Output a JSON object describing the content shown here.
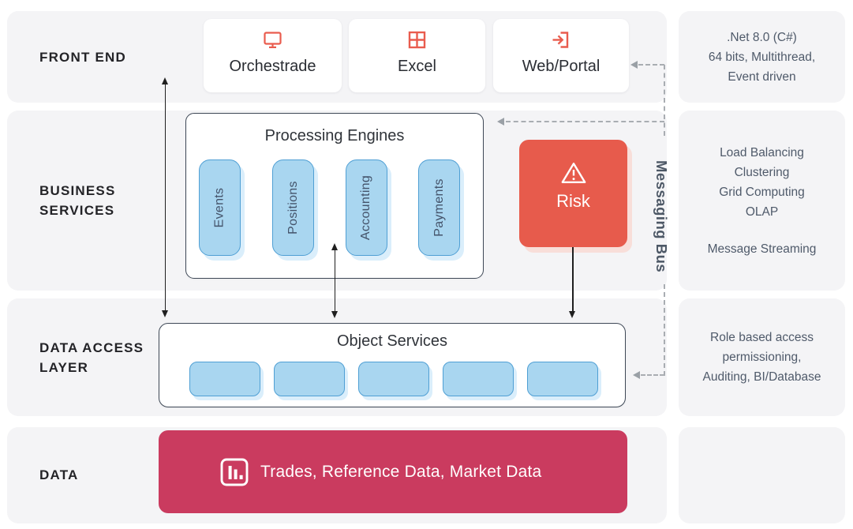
{
  "layers": [
    {
      "id": "front_end",
      "label_lines": [
        "FRONT END"
      ]
    },
    {
      "id": "business_services",
      "label_lines": [
        "BUSINESS",
        "SERVICES"
      ]
    },
    {
      "id": "data_access_layer",
      "label_lines": [
        "DATA ACCESS",
        "LAYER"
      ]
    },
    {
      "id": "data",
      "label_lines": [
        "DATA"
      ]
    }
  ],
  "front_end": {
    "apps": [
      {
        "label": "Orchestrade",
        "icon": "monitor-icon"
      },
      {
        "label": "Excel",
        "icon": "spreadsheet-grid-icon"
      },
      {
        "label": "Web/Portal",
        "icon": "login-arrow-icon"
      }
    ]
  },
  "business_services": {
    "processing_engines": {
      "title": "Processing Engines",
      "engines": [
        "Events",
        "Positions",
        "Accounting",
        "Payments"
      ]
    },
    "risk": {
      "label": "Risk",
      "icon": "warning-triangle-icon"
    }
  },
  "messaging_bus": {
    "label": "Messaging Bus"
  },
  "data_access_layer": {
    "object_services": {
      "title": "Object Services",
      "service_slots": 5
    }
  },
  "data_layer": {
    "banner": {
      "label": "Trades, Reference Data, Market Data",
      "icon": "bar-chart-icon"
    }
  },
  "side_notes": {
    "front_end": {
      "lines": [
        ".Net 8.0 (C#)",
        "64 bits, Multithread,",
        "Event driven"
      ]
    },
    "business_services": {
      "lines": [
        "Load Balancing",
        "Clustering",
        "Grid Computing",
        "OLAP"
      ],
      "separated_line": "Message Streaming"
    },
    "data_access_layer": {
      "lines": [
        "Role based access",
        "permissioning,",
        "Auditing, BI/Database"
      ]
    }
  },
  "colors": {
    "accent_coral": "#e75b4c",
    "crimson_banner": "#ca3b5f",
    "pill_fill": "#a9d6f0",
    "pill_border": "#4f9fd4",
    "pill_shadow": "#daeefb",
    "slate_text": "#4f5a6a",
    "band_gray": "#f4f4f6",
    "dark_border": "#3e4856",
    "arrow_black": "#1f1f1f",
    "dashed_gray": "#a9adb2"
  }
}
